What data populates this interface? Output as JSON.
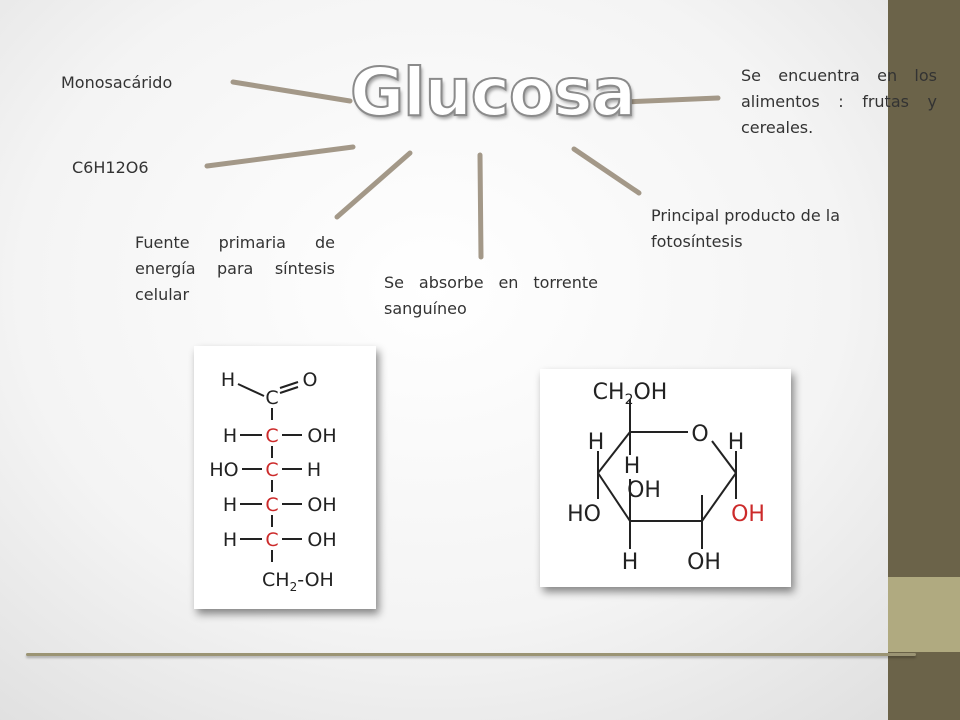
{
  "slide": {
    "title": "Glucosa",
    "labels": {
      "monosaccharide": "Monosacárido",
      "formula": "C6H12O6",
      "energy_source": "Fuente primaria de energía para síntesis celular",
      "absorbed": "Se absorbe en torrente sanguíneo",
      "photosynthesis": "Principal producto de la fotosíntesis",
      "found_in": "Se encuentra en los alimentos : frutas y cereales."
    },
    "fischer_projection": {
      "rows": [
        {
          "left": "H",
          "center": "C",
          "right": "O"
        },
        {
          "left": "H",
          "center": "C",
          "right": "OH"
        },
        {
          "left": "HO",
          "center": "C",
          "right": "H"
        },
        {
          "left": "H",
          "center": "C",
          "right": "OH"
        },
        {
          "left": "H",
          "center": "C",
          "right": "OH"
        }
      ],
      "bottom_group": "CH",
      "bottom_subscript": "2",
      "bottom_tail": "-OH"
    },
    "haworth_projection": {
      "top_group": "CH",
      "top_subscript": "2",
      "top_tail": "OH",
      "ring_oxygen": "O",
      "h_upper_left": "H",
      "h_upper_right": "H",
      "h_inner": "H",
      "oh_inner": "OH",
      "ho_left": "HO",
      "oh_right": "OH",
      "h_bottom": "H",
      "oh_bottom": "OH"
    },
    "colors": {
      "accent_bar": "#6b6349",
      "accent_block": "#b0aa80",
      "ray": "#a39888",
      "highlight_red": "#cc2a2a"
    }
  }
}
